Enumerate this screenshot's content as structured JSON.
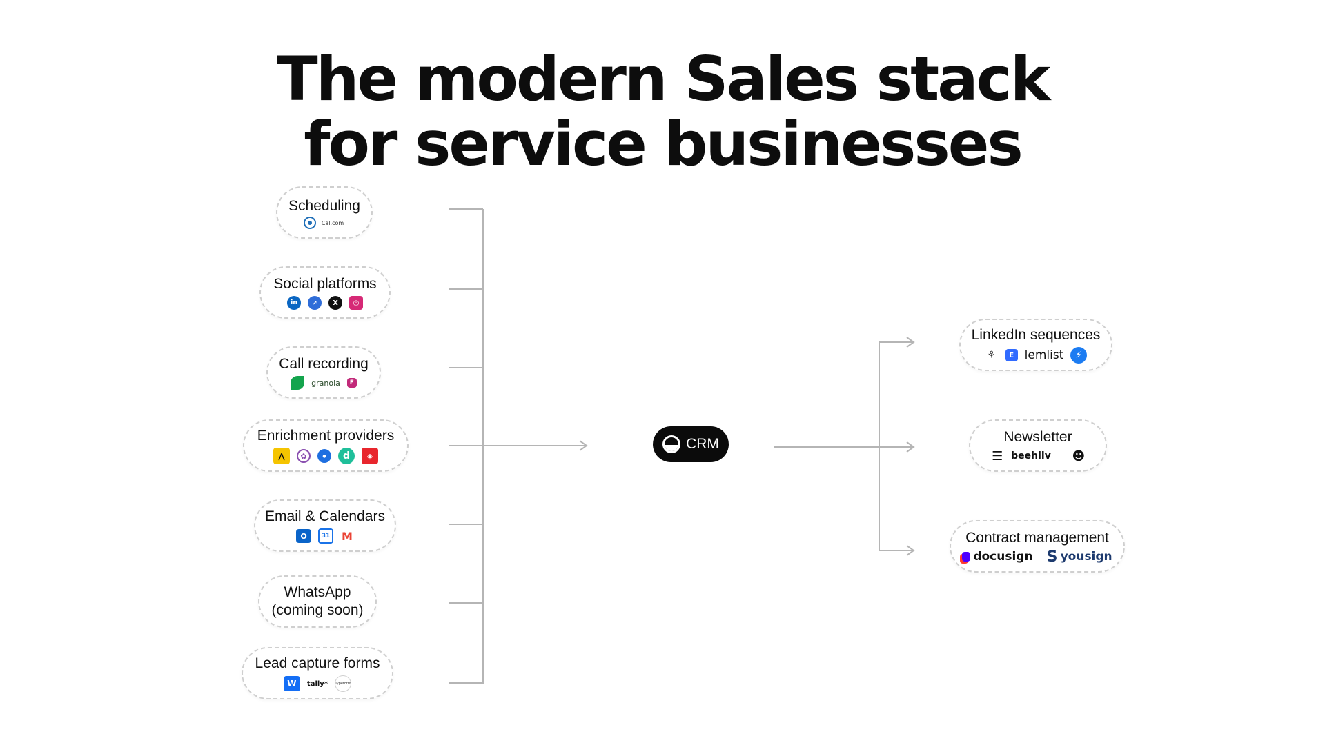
{
  "title": {
    "line1": "The modern Sales stack",
    "line2": "for service businesses"
  },
  "crm": {
    "label": "CRM"
  },
  "inputs": [
    {
      "label": "Scheduling",
      "icons": [
        "cal-icon",
        "calcom-wordmark"
      ],
      "wordmarks": {
        "calcom": "Cal.com"
      }
    },
    {
      "label": "Social platforms",
      "icons": [
        "linkedin-icon",
        "compass-icon",
        "x-icon",
        "instagram-icon"
      ]
    },
    {
      "label": "Call recording",
      "icons": [
        "leaf-icon",
        "granola-wordmark",
        "fathom-icon"
      ],
      "wordmarks": {
        "granola": "granola"
      }
    },
    {
      "label": "Enrichment providers",
      "icons": [
        "apollo-icon",
        "brain-icon",
        "dropcontact-icon",
        "d-icon",
        "cube-icon"
      ]
    },
    {
      "label": "Email & Calendars",
      "icons": [
        "outlook-icon",
        "google-calendar-icon",
        "gmail-icon"
      ]
    },
    {
      "label": "WhatsApp\n(coming soon)",
      "line1": "WhatsApp",
      "line2": "(coming soon)"
    },
    {
      "label": "Lead capture forms",
      "icons": [
        "webflow-icon",
        "tally-wordmark",
        "typeform-icon"
      ],
      "wordmarks": {
        "tally": "tally*",
        "typeform": "Typeform"
      }
    }
  ],
  "outputs": [
    {
      "label": "LinkedIn sequences",
      "icons": [
        "handshake-icon",
        "lemlist-icon",
        "bolt-icon"
      ],
      "wordmarks": {
        "lemlist": "lemlist"
      }
    },
    {
      "label": "Newsletter",
      "icons": [
        "beehiiv-icon",
        "mailchimp-icon"
      ],
      "wordmarks": {
        "beehiiv": "beehiiv"
      }
    },
    {
      "label": "Contract management",
      "icons": [
        "docusign-icon",
        "yousign-icon"
      ],
      "wordmarks": {
        "docusign": "docusign",
        "yousign": "yousign"
      }
    }
  ],
  "colors": {
    "line": "#b5b5b5",
    "crm_bg": "#0b0b0b",
    "linkedin": "#0a66c2",
    "instagram": "#d62976",
    "lemlist": "#316bff",
    "docusign": "#4c00ff"
  }
}
